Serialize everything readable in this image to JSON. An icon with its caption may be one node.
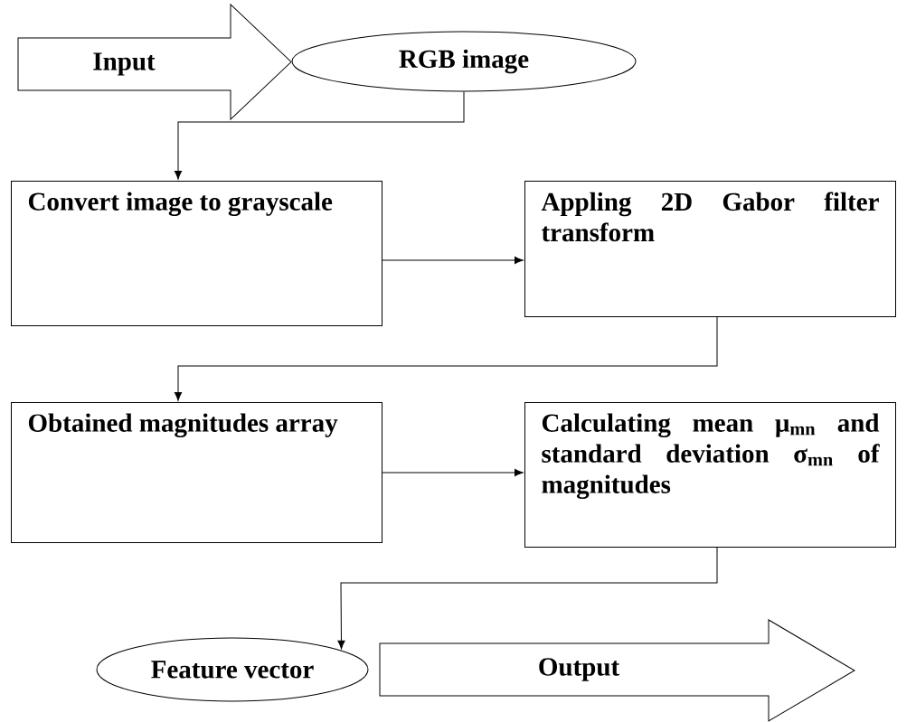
{
  "diagram": {
    "nodes": [
      {
        "text": [
          "Input"
        ]
      },
      {
        "text": [
          "RGB image"
        ]
      },
      {
        "text": [
          "Convert image to grayscale"
        ]
      },
      {
        "text": [
          "Appling 2D Gabor filter transform"
        ]
      },
      {
        "text": [
          "Obtained magnitudes array"
        ]
      },
      {
        "text": [
          "Calculating mean μ$_{mn}$ and standard deviation σ$_{mn}$ of magnitudes"
        ]
      },
      {
        "text": [
          "Feature vector"
        ]
      },
      {
        "text": [
          "Output"
        ]
      }
    ],
    "edges": [
      {
        "from": 1,
        "to": 2,
        "arrow": "to"
      },
      {
        "from": 2,
        "to": 3,
        "arrow": "to"
      },
      {
        "from": 3,
        "to": 4,
        "arrow": "to"
      },
      {
        "from": 4,
        "to": 5,
        "arrow": "to"
      },
      {
        "from": 5,
        "to": 6,
        "arrow": "to"
      }
    ]
  }
}
